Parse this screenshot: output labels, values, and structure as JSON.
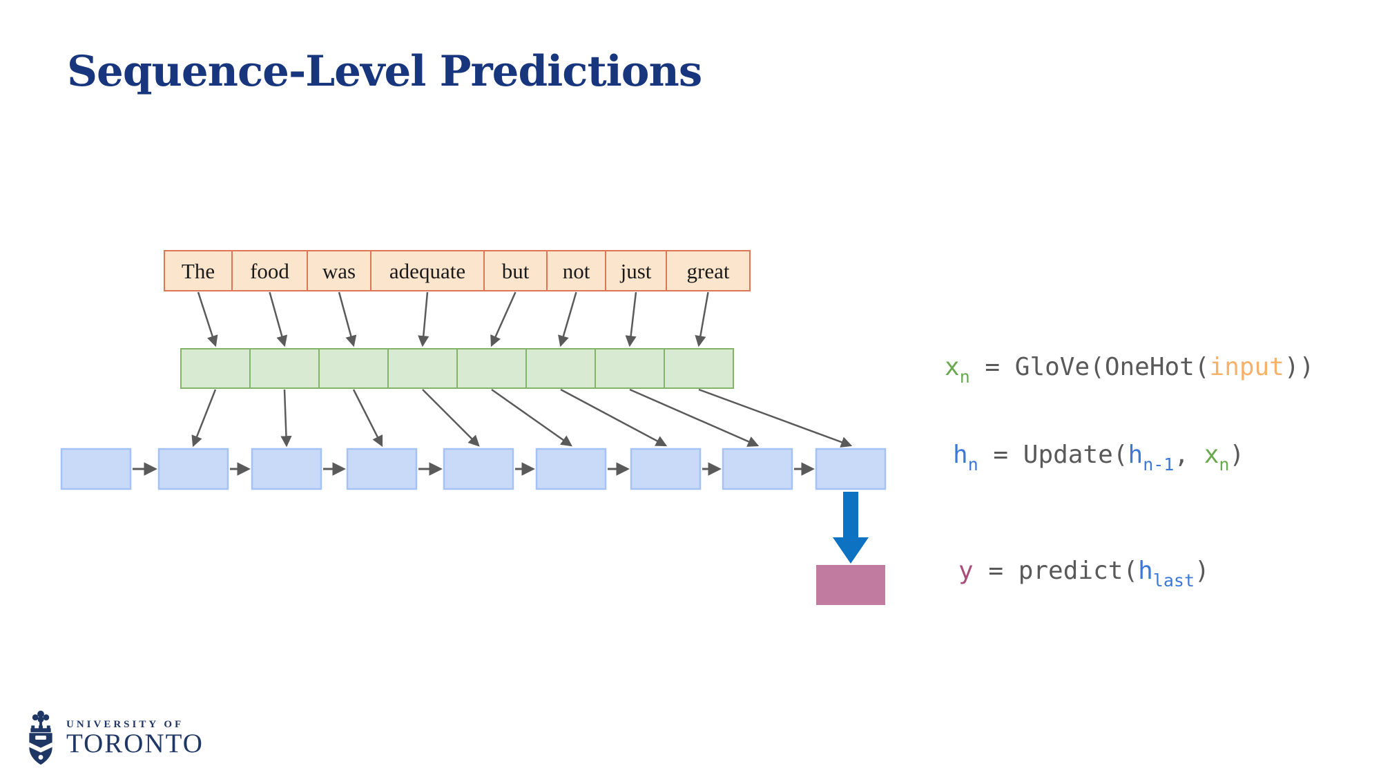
{
  "slide": {
    "title": "Sequence-Level Predictions"
  },
  "colors": {
    "title": "#17367d",
    "token_fill": "#fce5cd",
    "token_border": "#df7558",
    "token_text": "#1a1a1a",
    "embedding_fill": "#d9ead3",
    "embedding_border": "#82b366",
    "hidden_fill": "#c9daf8",
    "hidden_border": "#a4c2f4",
    "output_fill": "#c27ba0",
    "arrow_gray": "#5a5a5a",
    "arrow_blue": "#0e72c2",
    "eq_gray": "#595959",
    "eq_green": "#6aa84f",
    "eq_orange": "#f6b26b",
    "eq_blue": "#3c78d8",
    "eq_purple": "#a64d79",
    "logo_navy": "#1e3765"
  },
  "sentence": {
    "words": [
      "The",
      "food",
      "was",
      "adequate",
      "but",
      "not",
      "just",
      "great"
    ]
  },
  "diagram": {
    "embedding_cells": 8,
    "hidden_state_boxes": 9,
    "output_boxes": 1
  },
  "equations": [
    {
      "name": "embedding-equation",
      "segments": [
        {
          "t": "x",
          "c": "green"
        },
        {
          "t": "n",
          "c": "green",
          "sub": true
        },
        {
          "t": " = GloVe(OneHot(",
          "c": "gray"
        },
        {
          "t": "input",
          "c": "orange"
        },
        {
          "t": "))",
          "c": "gray"
        }
      ]
    },
    {
      "name": "update-equation",
      "segments": [
        {
          "t": "h",
          "c": "blue"
        },
        {
          "t": "n",
          "c": "blue",
          "sub": true
        },
        {
          "t": " = Update(",
          "c": "gray"
        },
        {
          "t": "h",
          "c": "blue"
        },
        {
          "t": "n-1",
          "c": "blue",
          "sub": true
        },
        {
          "t": ", ",
          "c": "gray"
        },
        {
          "t": "x",
          "c": "green"
        },
        {
          "t": "n",
          "c": "green",
          "sub": true
        },
        {
          "t": ")",
          "c": "gray"
        }
      ]
    },
    {
      "name": "prediction-equation",
      "segments": [
        {
          "t": "y",
          "c": "purple"
        },
        {
          "t": " = predict(",
          "c": "gray"
        },
        {
          "t": "h",
          "c": "blue"
        },
        {
          "t": "last",
          "c": "blue",
          "sub": true
        },
        {
          "t": ")",
          "c": "gray"
        }
      ]
    }
  ],
  "logo": {
    "line1": "UNIVERSITY OF",
    "line2": "TORONTO"
  }
}
